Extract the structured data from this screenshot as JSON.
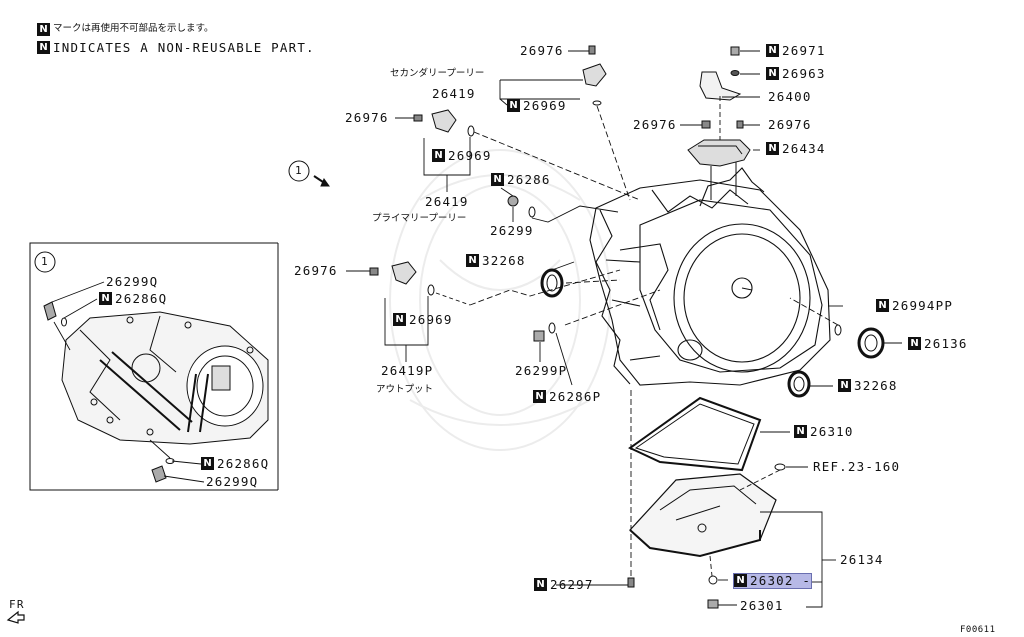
{
  "legend": {
    "n_symbol": "N",
    "line_jp": "マークは再使用不可部品を示します。",
    "line_en": "INDICATES A NON-REUSABLE PART."
  },
  "callout_1": "1",
  "inset": {
    "number": "1"
  },
  "front_indicator": "FR",
  "figure_code": "F00611",
  "jp_labels": {
    "secondary_pulley": "セカンダリープーリー",
    "primary_pulley": "プライマリープーリー",
    "output": "アウトプット"
  },
  "parts": {
    "p26976_top": "26976",
    "p26971": "26971",
    "p26963": "26963",
    "p26419_top": "26419",
    "p26400": "26400",
    "p26969_a": "26969",
    "p26976_left": "26976",
    "p26976_mid": "26976",
    "p26976_right": "26976",
    "p26969_b": "26969",
    "p26434": "26434",
    "p26419_mid": "26419",
    "p26286": "26286",
    "p26299": "26299",
    "p32268_a": "32268",
    "p26976_low": "26976",
    "p26969_c": "26969",
    "p26994PP": "26994PP",
    "p26136": "26136",
    "p26419P": "26419P",
    "p26299P": "26299P",
    "p32268_b": "32268",
    "p26286P": "26286P",
    "p26310": "26310",
    "ref": "REF.23-160",
    "p26134": "26134",
    "p26297": "26297",
    "p26302": "26302",
    "p26301": "26301",
    "i26299Q_a": "26299Q",
    "i26286Q_a": "26286Q",
    "i26286Q_b": "26286Q",
    "i26299Q_b": "26299Q"
  }
}
